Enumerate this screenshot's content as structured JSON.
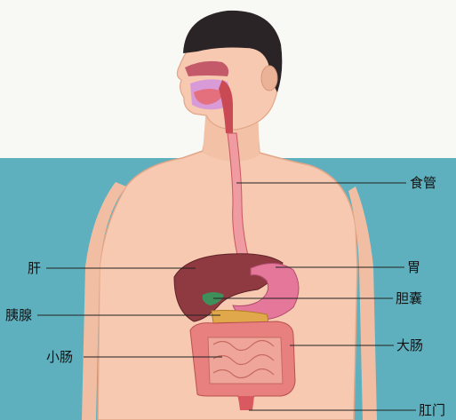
{
  "labels": {
    "esophagus": "食管",
    "liver": "肝",
    "stomach": "胃",
    "gallbladder": "胆囊",
    "pancreas": "胰腺",
    "large_intestine": "大肠",
    "small_intestine": "小肠",
    "anus": "肛门"
  },
  "colors": {
    "background_top": "#f8f8f4",
    "background_bottom": "#5fb0bf",
    "skin": "#f6c9b0",
    "hair": "#2b2426",
    "liver": "#8e3a40",
    "stomach": "#e4779a",
    "intestine": "#e8807f",
    "pancreas": "#e0a84a",
    "gallbladder": "#3f8f5a",
    "leader_line": "#222222"
  },
  "icons": [
    "human-digestive-system-illustration"
  ]
}
